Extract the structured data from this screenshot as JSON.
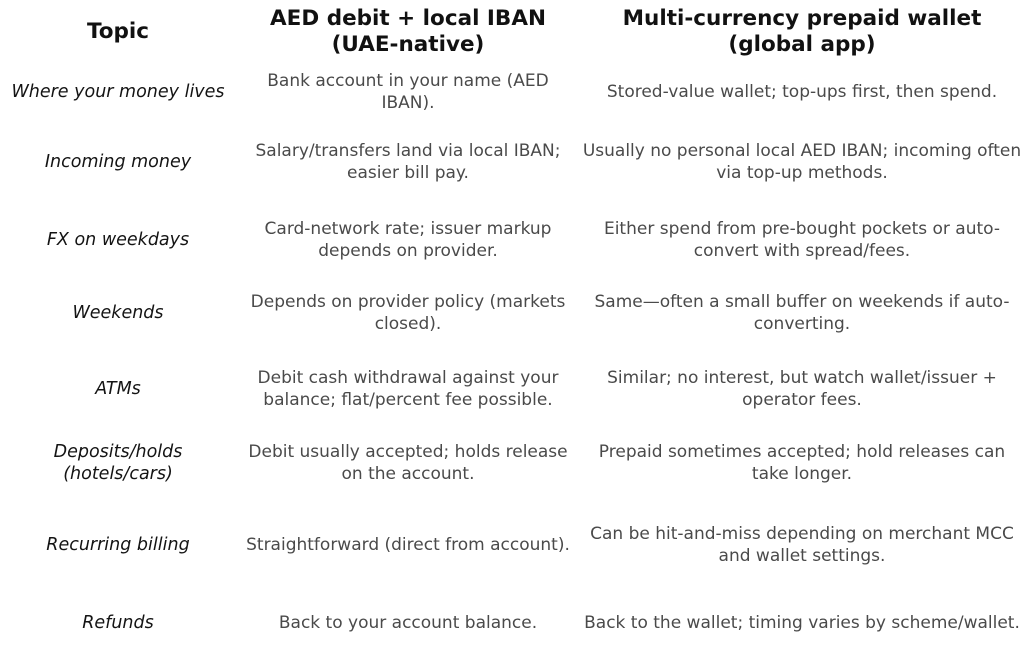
{
  "table": {
    "headers": [
      "Topic",
      "AED debit + local IBAN (UAE-native)",
      "Multi-currency prepaid wallet (global app)"
    ],
    "rows": [
      {
        "topic": "Where your money lives",
        "aed": "Bank account in your name (AED IBAN).",
        "wallet": "Stored-value wallet; top-ups first, then spend."
      },
      {
        "topic": "Incoming money",
        "aed": "Salary/transfers land via local IBAN; easier bill pay.",
        "wallet": "Usually no personal local AED IBAN; incoming often via top-up methods."
      },
      {
        "topic": "FX on weekdays",
        "aed": "Card-network rate; issuer markup depends on provider.",
        "wallet": "Either spend from pre-bought pockets or auto-convert with spread/fees."
      },
      {
        "topic": "Weekends",
        "aed": "Depends on provider policy (markets closed).",
        "wallet": "Same—often a small buffer on weekends if auto-converting."
      },
      {
        "topic": "ATMs",
        "aed": "Debit cash withdrawal against your balance; flat/percent fee possible.",
        "wallet": "Similar; no interest, but watch wallet/issuer + operator fees."
      },
      {
        "topic": "Deposits/holds (hotels/cars)",
        "aed": "Debit usually accepted; holds release on the account.",
        "wallet": "Prepaid sometimes accepted; hold releases can take longer."
      },
      {
        "topic": "Recurring billing",
        "aed": "Straightforward (direct from account).",
        "wallet": "Can be hit-and-miss depending on merchant MCC and wallet settings."
      },
      {
        "topic": "Refunds",
        "aed": "Back to your account balance.",
        "wallet": "Back to the wallet; timing varies by scheme/wallet."
      }
    ]
  }
}
